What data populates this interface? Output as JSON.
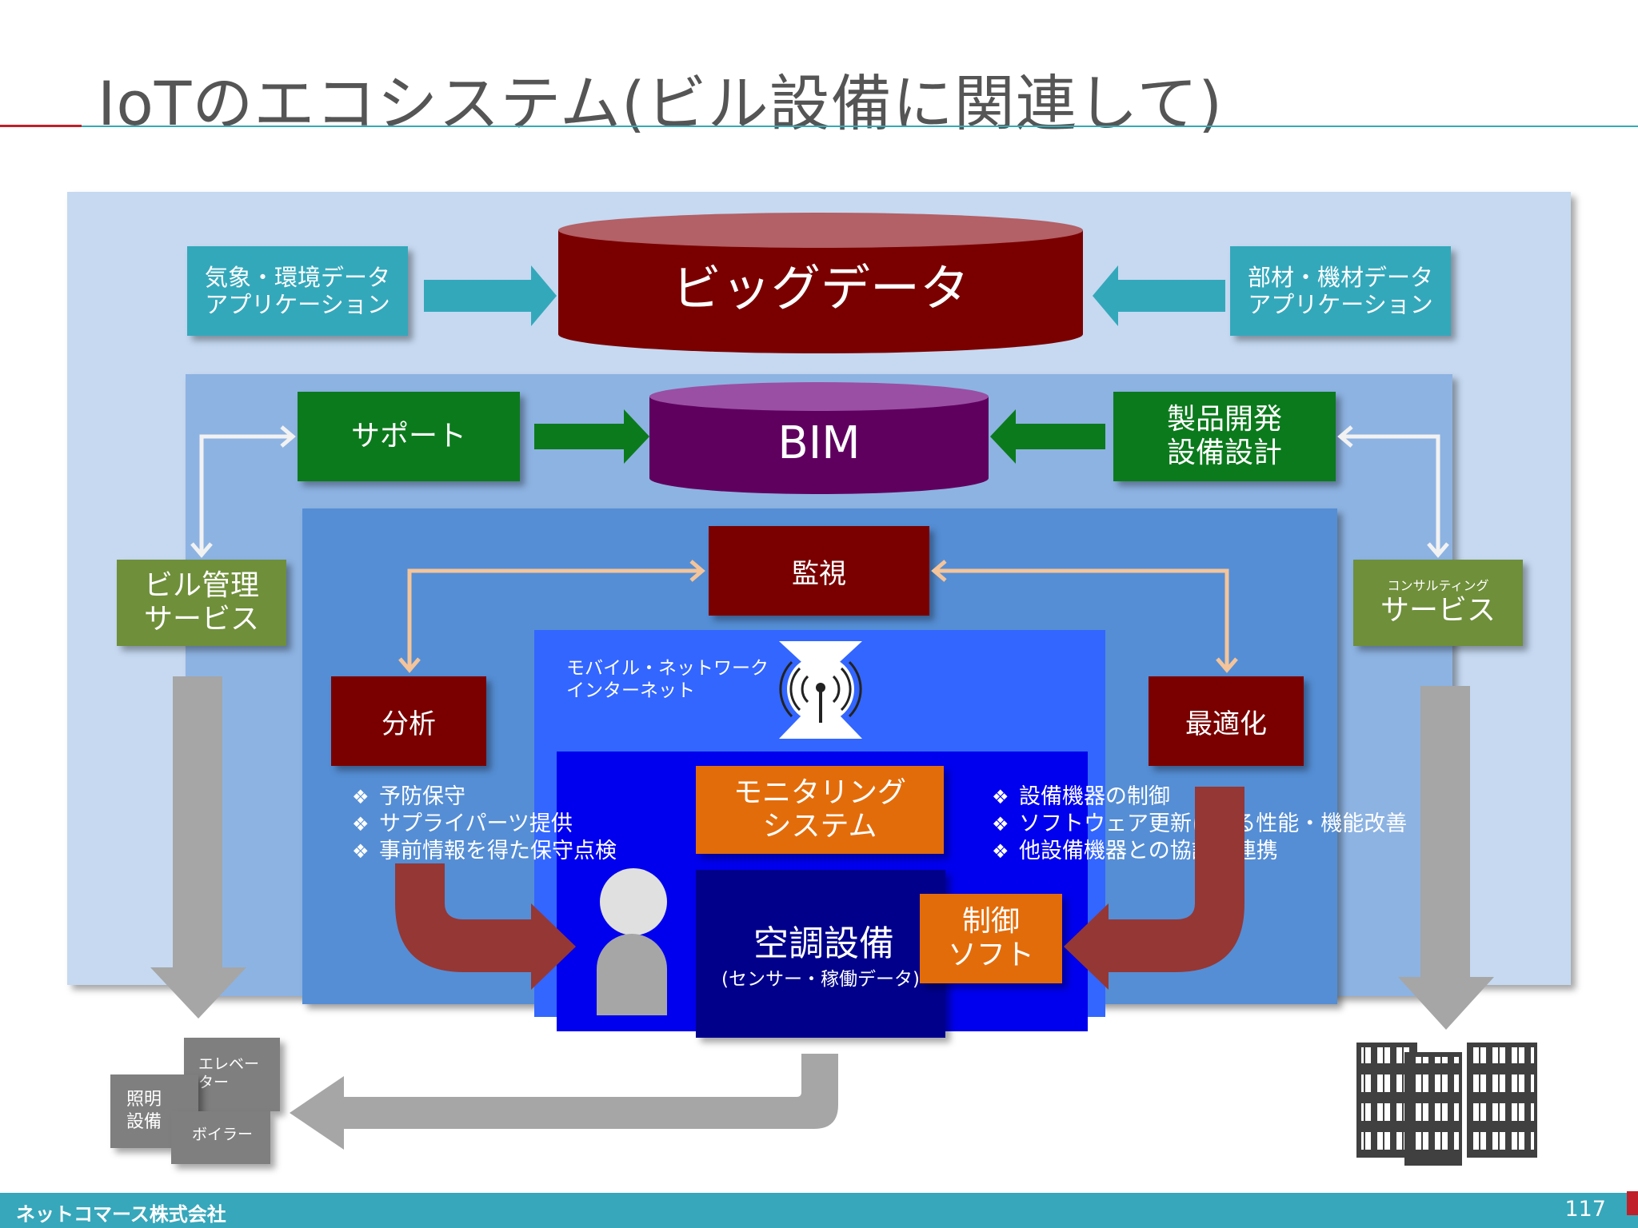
{
  "slide": {
    "title": "IoTのエコシステム(ビル設備に関連して)",
    "page_number": "117",
    "company": "ネットコマース株式会社"
  },
  "diagram": {
    "big_data": "ビッグデータ",
    "weather_app": [
      "気象・環境データ",
      "アプリケーション"
    ],
    "parts_app": [
      "部材・機材データ",
      "アプリケーション"
    ],
    "bim": "BIM",
    "support": "サポート",
    "product_dev": [
      "製品開発",
      "設備設計"
    ],
    "building_mgmt": [
      "ビル管理",
      "サービス"
    ],
    "consulting_small": "コンサルティング",
    "consulting_service": "サービス",
    "monitoring": "監視",
    "analysis": "分析",
    "optimization": "最適化",
    "network": [
      "モバイル・ネットワーク",
      "インターネット"
    ],
    "monitoring_system": [
      "モニタリング",
      "システム"
    ],
    "hvac": "空調設備",
    "hvac_sub": "(センサー・稼働データ)",
    "control_soft": [
      "制御",
      "ソフト"
    ],
    "left_bullets": [
      "予防保守",
      "サプライパーツ提供",
      "事前情報を得た保守点検"
    ],
    "right_bullets": [
      "設備機器の制御",
      "ソフトウェア更新による性能・機能改善",
      "他設備機器との協調・連携"
    ],
    "equipment": {
      "elevator": [
        "エレベー",
        "ター"
      ],
      "lighting": [
        "照明",
        "設備"
      ],
      "boiler": "ボイラー"
    }
  },
  "colors": {
    "outer_panel": "#c6d9f1",
    "middle_panel": "#8db3e2",
    "inner_panel": "#558ed5",
    "network_panel": "#3366ff",
    "core_panel": "#0000ee",
    "big_data": "#7a0000",
    "bim": "#5f005f",
    "teal": "#34a8bb",
    "green": "#0b7a1c",
    "olive": "#6f8f3a",
    "orange": "#e36c0a"
  }
}
